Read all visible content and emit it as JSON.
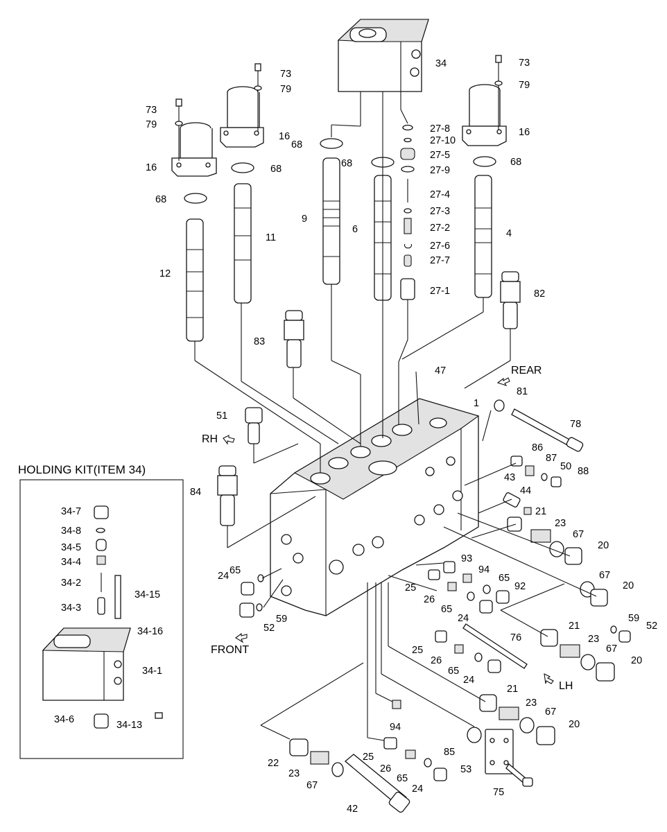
{
  "holding_kit": {
    "title": "HOLDING KIT(ITEM 34)"
  },
  "directions": {
    "rear": "REAR",
    "front": "FRONT",
    "rh": "RH",
    "lh": "LH"
  },
  "callouts": {
    "c34_top": "34",
    "c27_8": "27-8",
    "c27_10": "27-10",
    "c27_5": "27-5",
    "c27_9": "27-9",
    "c27_4": "27-4",
    "c27_3": "27-3",
    "c27_2": "27-2",
    "c27_6": "27-6",
    "c27_7": "27-7",
    "c27_1": "27-1",
    "c73_a": "73",
    "c79_a": "79",
    "c16_a": "16",
    "c68_a": "68",
    "c73_b": "73",
    "c79_b": "79",
    "c16_b": "16",
    "c68_b": "68",
    "c68_c": "68",
    "c73_c": "73",
    "c79_c": "79",
    "c16_c": "16",
    "c68_d": "68",
    "c68_e": "68",
    "c9": "9",
    "c6": "6",
    "c11": "11",
    "c12": "12",
    "c4": "4",
    "c82": "82",
    "c83": "83",
    "c47": "47",
    "c81": "81",
    "c1": "1",
    "c78": "78",
    "c51": "51",
    "c86": "86",
    "c87": "87",
    "c50": "50",
    "c88": "88",
    "c43": "43",
    "c44": "44",
    "c84": "84",
    "c21_a": "21",
    "c23_a": "23",
    "c67_a": "67",
    "c20_a": "20",
    "c67_b": "67",
    "c20_b": "20",
    "c93": "93",
    "c94_a": "94",
    "c65_a": "65",
    "c92": "92",
    "c24_a": "24",
    "c65_b": "65",
    "c25_a": "25",
    "c26_a": "26",
    "c65_c": "65",
    "c24_b": "24",
    "c59_a": "59",
    "c52_a": "52",
    "c59_b": "59",
    "c52_b": "52",
    "c21_b": "21",
    "c23_b": "23",
    "c67_c": "67",
    "c20_c": "20",
    "c25_b": "25",
    "c26_b": "26",
    "c65_d": "65",
    "c24_c": "24",
    "c76": "76",
    "c21_c": "21",
    "c23_c": "23",
    "c67_d": "67",
    "c20_d": "20",
    "c94_b": "94",
    "c85": "85",
    "c53": "53",
    "c75": "75",
    "c22": "22",
    "c23_d": "23",
    "c67_e": "67",
    "c42": "42",
    "c25_c": "25",
    "c26_c": "26",
    "c65_e": "65",
    "c24_d": "24",
    "k34_7": "34-7",
    "k34_8": "34-8",
    "k34_5": "34-5",
    "k34_4": "34-4",
    "k34_2": "34-2",
    "k34_15": "34-15",
    "k34_3": "34-3",
    "k34_16": "34-16",
    "k34_1": "34-1",
    "k34_6": "34-6",
    "k34_13": "34-13"
  }
}
